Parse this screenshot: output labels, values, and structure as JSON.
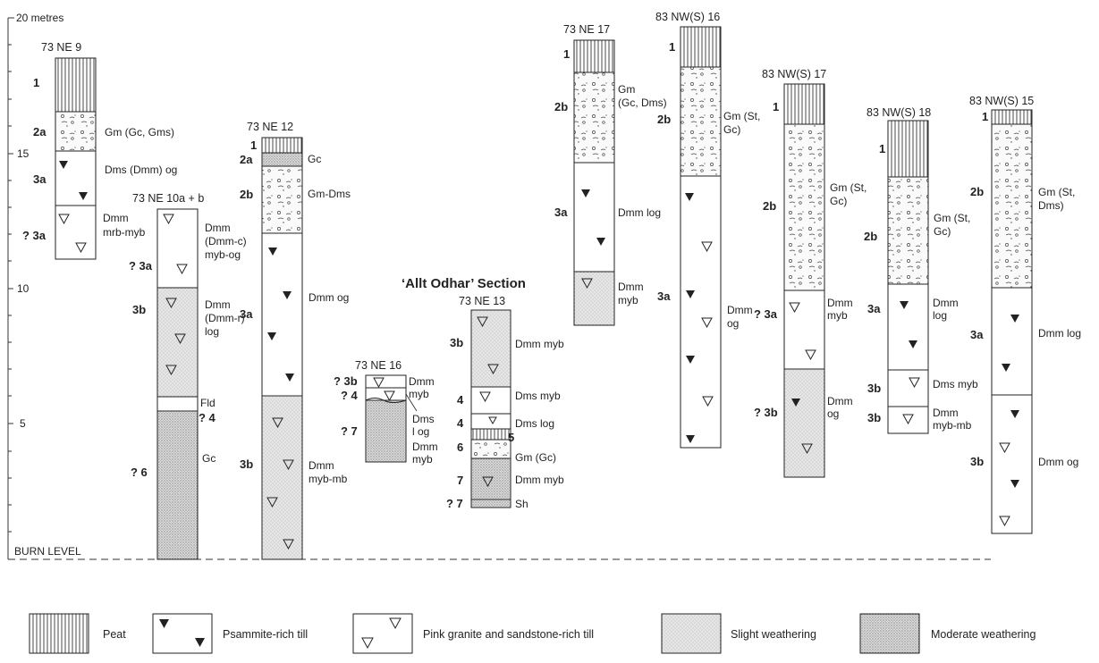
{
  "scale": {
    "top_label": "20 metres",
    "tick_labels": [
      "15",
      "10",
      "5"
    ],
    "base_label": "BURN  LEVEL"
  },
  "section_title": "‘Allt Odhar’ Section",
  "sections": [
    {
      "id": "73ne9",
      "title": "73 NE 9",
      "units": [
        {
          "code": "1",
          "pattern": "peat"
        },
        {
          "code": "2a",
          "pattern": "gravel",
          "desc": [
            "Gm (Gc, Gms)"
          ]
        },
        {
          "code": "3a",
          "pattern": "plain",
          "desc": [
            "Dms (Dmm) og"
          ]
        },
        {
          "code": "? 3a",
          "pattern": "plain",
          "desc": [
            "Dmm",
            "mrb-myb"
          ]
        }
      ]
    },
    {
      "id": "73ne10",
      "title": "73 NE 10a + b",
      "units": [
        {
          "code": "? 3a",
          "pattern": "plain",
          "desc": [
            "Dmm",
            "(Dmm-c)",
            "myb-og"
          ]
        },
        {
          "code": "3b",
          "pattern": "slight",
          "desc": [
            "Dmm",
            "(Dmm-r)",
            "log"
          ]
        },
        {
          "code": "",
          "pattern": "plain",
          "desc": [
            "Fld"
          ]
        },
        {
          "code": "? 4",
          "pattern": "plain",
          "desc": []
        },
        {
          "code": "? 6",
          "pattern": "moderate",
          "desc": [
            "Gc"
          ]
        }
      ]
    },
    {
      "id": "73ne12",
      "title": "73 NE 12",
      "units": [
        {
          "code": "1",
          "pattern": "peat"
        },
        {
          "code": "2a",
          "pattern": "moderate",
          "desc": [
            "Gc"
          ]
        },
        {
          "code": "2b",
          "pattern": "gravel",
          "desc": [
            "Gm-Dms"
          ]
        },
        {
          "code": "3a",
          "pattern": "plain",
          "desc": [
            "Dmm  og"
          ]
        },
        {
          "code": "3b",
          "pattern": "slight",
          "desc": [
            "Dmm",
            "myb-mb"
          ]
        }
      ]
    },
    {
      "id": "73ne16",
      "title": "73 NE 16",
      "units": [
        {
          "code": "? 3b",
          "pattern": "plain",
          "desc": [
            "Dmm",
            "myb"
          ]
        },
        {
          "code": "? 4",
          "pattern": "plain",
          "desc": [
            "Dms",
            "l og"
          ]
        },
        {
          "code": "? 7",
          "pattern": "moderate",
          "desc": [
            "Dmm",
            "myb"
          ]
        }
      ]
    },
    {
      "id": "73ne13",
      "title": "73 NE 13",
      "units": [
        {
          "code": "3b",
          "pattern": "slight",
          "desc": [
            "Dmm myb"
          ]
        },
        {
          "code": "4",
          "pattern": "plain",
          "desc": [
            "Dms myb"
          ]
        },
        {
          "code": "4",
          "pattern": "plain",
          "desc": [
            "Dms log"
          ]
        },
        {
          "code": "5",
          "pattern": "peat",
          "desc": []
        },
        {
          "code": "6",
          "pattern": "gravel",
          "desc": [
            "Gm (Gc)"
          ]
        },
        {
          "code": "7",
          "pattern": "moderate",
          "desc": [
            "Dmm myb"
          ]
        },
        {
          "code": "? 7",
          "pattern": "moderate",
          "desc": [
            "Sh"
          ]
        }
      ]
    },
    {
      "id": "73ne17",
      "title": "73 NE 17",
      "units": [
        {
          "code": "1",
          "pattern": "peat"
        },
        {
          "code": "2b",
          "pattern": "gravel",
          "desc": [
            "Gm",
            "(Gc, Dms)"
          ]
        },
        {
          "code": "3a",
          "pattern": "plain",
          "desc": [
            "Dmm log"
          ]
        },
        {
          "code": "",
          "pattern": "slight",
          "desc": [
            "Dmm",
            "myb"
          ]
        }
      ]
    },
    {
      "id": "83nws16",
      "title": "83 NW(S) 16",
      "units": [
        {
          "code": "1",
          "pattern": "peat"
        },
        {
          "code": "2b",
          "pattern": "gravel",
          "desc": [
            "Gm (St,",
            "Gc)"
          ]
        },
        {
          "code": "3a",
          "pattern": "plain",
          "desc": [
            "Dmm",
            "og"
          ]
        }
      ]
    },
    {
      "id": "83nws17",
      "title": "83 NW(S) 17",
      "units": [
        {
          "code": "1",
          "pattern": "peat"
        },
        {
          "code": "2b",
          "pattern": "gravel",
          "desc": [
            "Gm (St,",
            "Gc)"
          ]
        },
        {
          "code": "? 3a",
          "pattern": "plain",
          "desc": [
            "Dmm",
            "myb"
          ]
        },
        {
          "code": "? 3b",
          "pattern": "slight",
          "desc": [
            "Dmm",
            "og"
          ]
        }
      ]
    },
    {
      "id": "83nws18",
      "title": "83 NW(S) 18",
      "units": [
        {
          "code": "1",
          "pattern": "peat"
        },
        {
          "code": "2b",
          "pattern": "gravel",
          "desc": [
            "Gm (St,",
            "Gc)"
          ]
        },
        {
          "code": "3a",
          "pattern": "plain",
          "desc": [
            "Dmm",
            "log"
          ]
        },
        {
          "code": "3b",
          "pattern": "plain",
          "desc": [
            "Dms myb"
          ]
        },
        {
          "code": "3b",
          "pattern": "plain",
          "desc": [
            "Dmm",
            "myb-mb"
          ]
        }
      ]
    },
    {
      "id": "83nws15",
      "title": "83 NW(S) 15",
      "units": [
        {
          "code": "1",
          "pattern": "peat"
        },
        {
          "code": "2b",
          "pattern": "gravel",
          "desc": [
            "Gm (St,",
            "Dms)"
          ]
        },
        {
          "code": "3a",
          "pattern": "plain",
          "desc": [
            "Dmm log"
          ]
        },
        {
          "code": "3b",
          "pattern": "plain",
          "desc": [
            "Dmm og"
          ]
        }
      ]
    }
  ],
  "legend": [
    {
      "key": "peat",
      "label": "Peat"
    },
    {
      "key": "psammite",
      "label": "Psammite-rich till"
    },
    {
      "key": "granite",
      "label": "Pink granite and sandstone-rich till"
    },
    {
      "key": "slight",
      "label": "Slight weathering"
    },
    {
      "key": "moderate",
      "label": "Moderate weathering"
    }
  ],
  "colors": {
    "ink": "#222222",
    "slight_fill": "#e4e4e4",
    "moderate_fill": "#d6d6d6",
    "background": "#ffffff"
  }
}
